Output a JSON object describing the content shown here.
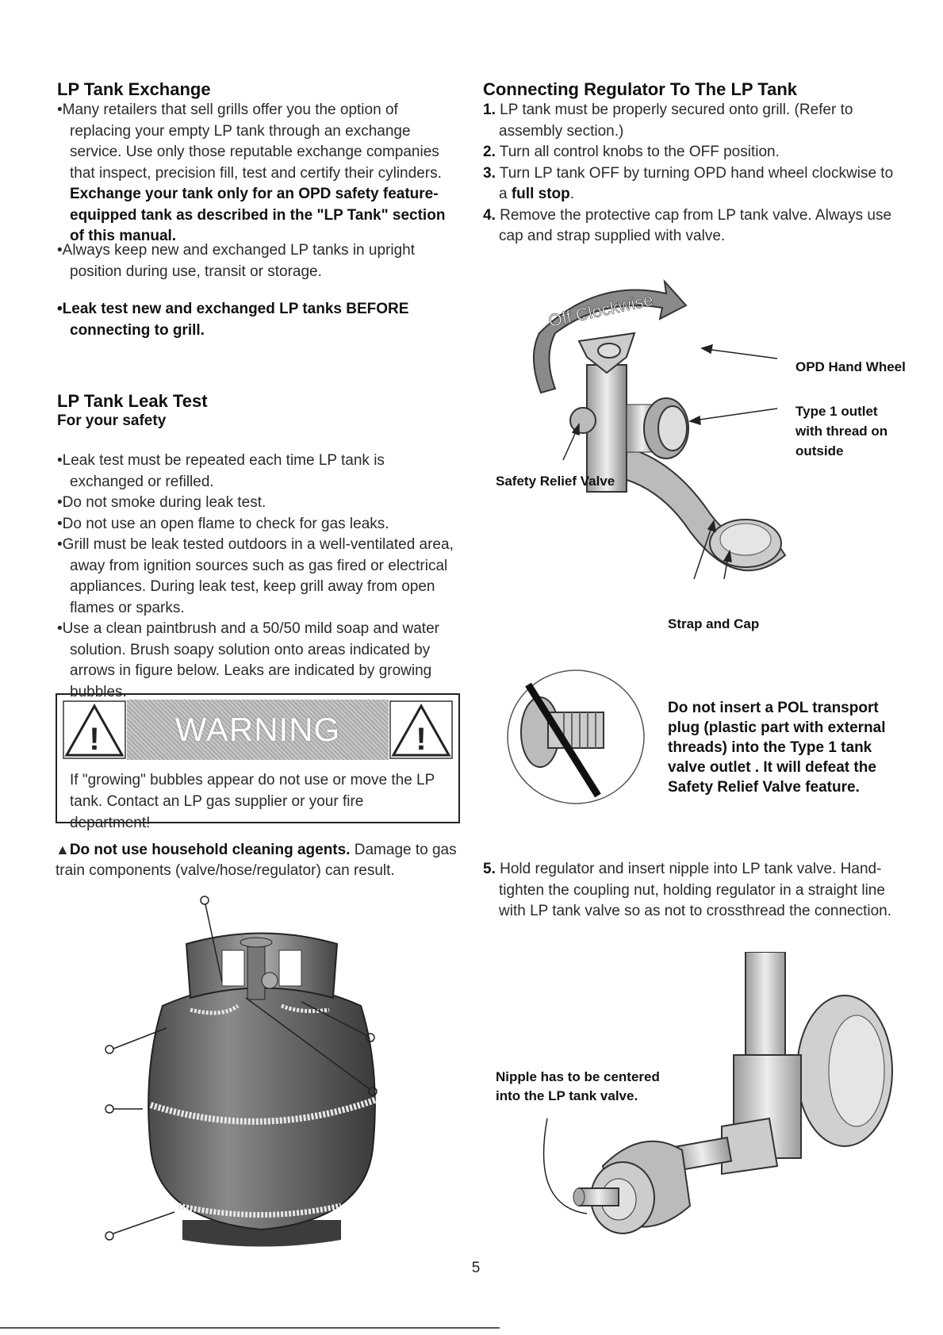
{
  "left": {
    "exchange_title": "LP Tank Exchange",
    "exchange_p1_text": "•Many retailers that sell grills offer you the option of replacing your empty LP tank through an exchange service. Use only those reputable exchange companies that inspect, precision fill, test and certify their cylinders.",
    "exchange_p1_bold": "Exchange your tank only for an OPD safety feature-equipped tank as described in the \"LP Tank\" section of this manual.",
    "exchange_p2": "•Always keep new and exchanged LP tanks in upright position during use, transit or storage.",
    "exchange_p3_bold": "•Leak test new and exchanged LP tanks BEFORE connecting to grill.",
    "leak_title": "LP Tank Leak Test",
    "leak_subtitle": "For your safety",
    "leak_bullets": [
      "•Leak test must be repeated each time LP tank is exchanged or refilled.",
      "•Do not smoke during leak test.",
      "•Do not use an open flame to check for gas leaks.",
      "•Grill must be leak tested outdoors in a well-ventilated area, away from ignition sources such as gas fired or electrical appliances. During leak test, keep grill away from open flames or sparks.",
      "•Use a clean paintbrush and a 50/50 mild soap and water solution. Brush soapy solution onto areas indicated by arrows in figure below. Leaks are indicated by growing bubbles."
    ],
    "warning_title": "WARNING",
    "warning_text": "If \"growing\" bubbles appear do not use or move the LP tank. Contact an LP gas supplier or your fire department!",
    "caution_bold": "Do not use household cleaning agents.",
    "caution_text": " Damage to gas train components (valve/hose/regulator) can result."
  },
  "right": {
    "connect_title": "Connecting Regulator To The LP Tank",
    "steps": [
      {
        "num": "1.",
        "text": "LP tank must be properly secured onto grill. (Refer to assembly section.)"
      },
      {
        "num": "2.",
        "text": "Turn all control knobs to the OFF position."
      },
      {
        "num": "3.",
        "text": "Turn LP tank OFF by turning OPD hand wheel clockwise to a ",
        "bold": "full stop",
        "tail": "."
      },
      {
        "num": "4.",
        "text": "Remove the protective cap from LP tank valve. Always use cap and strap supplied with valve."
      }
    ],
    "valve_fig": {
      "arrow_text": "Off Clockwise",
      "label_handwheel": "OPD Hand Wheel",
      "label_outlet": "Type 1 outlet with thread on outside",
      "label_relief": "Safety Relief Valve",
      "label_strap": "Strap and Cap"
    },
    "pol_warning": "Do not insert a POL transport plug (plastic part with external threads) into the Type 1 tank valve outlet . It will defeat the Safety Relief Valve feature.",
    "step5_num": "5.",
    "step5_text": "Hold regulator and insert nipple into LP tank valve. Hand-tighten the coupling nut, holding regulator in a straight line with LP tank valve so as not to crossthread the connection.",
    "nipple_label": "Nipple has to be centered into the LP tank valve."
  },
  "page_number": "5"
}
